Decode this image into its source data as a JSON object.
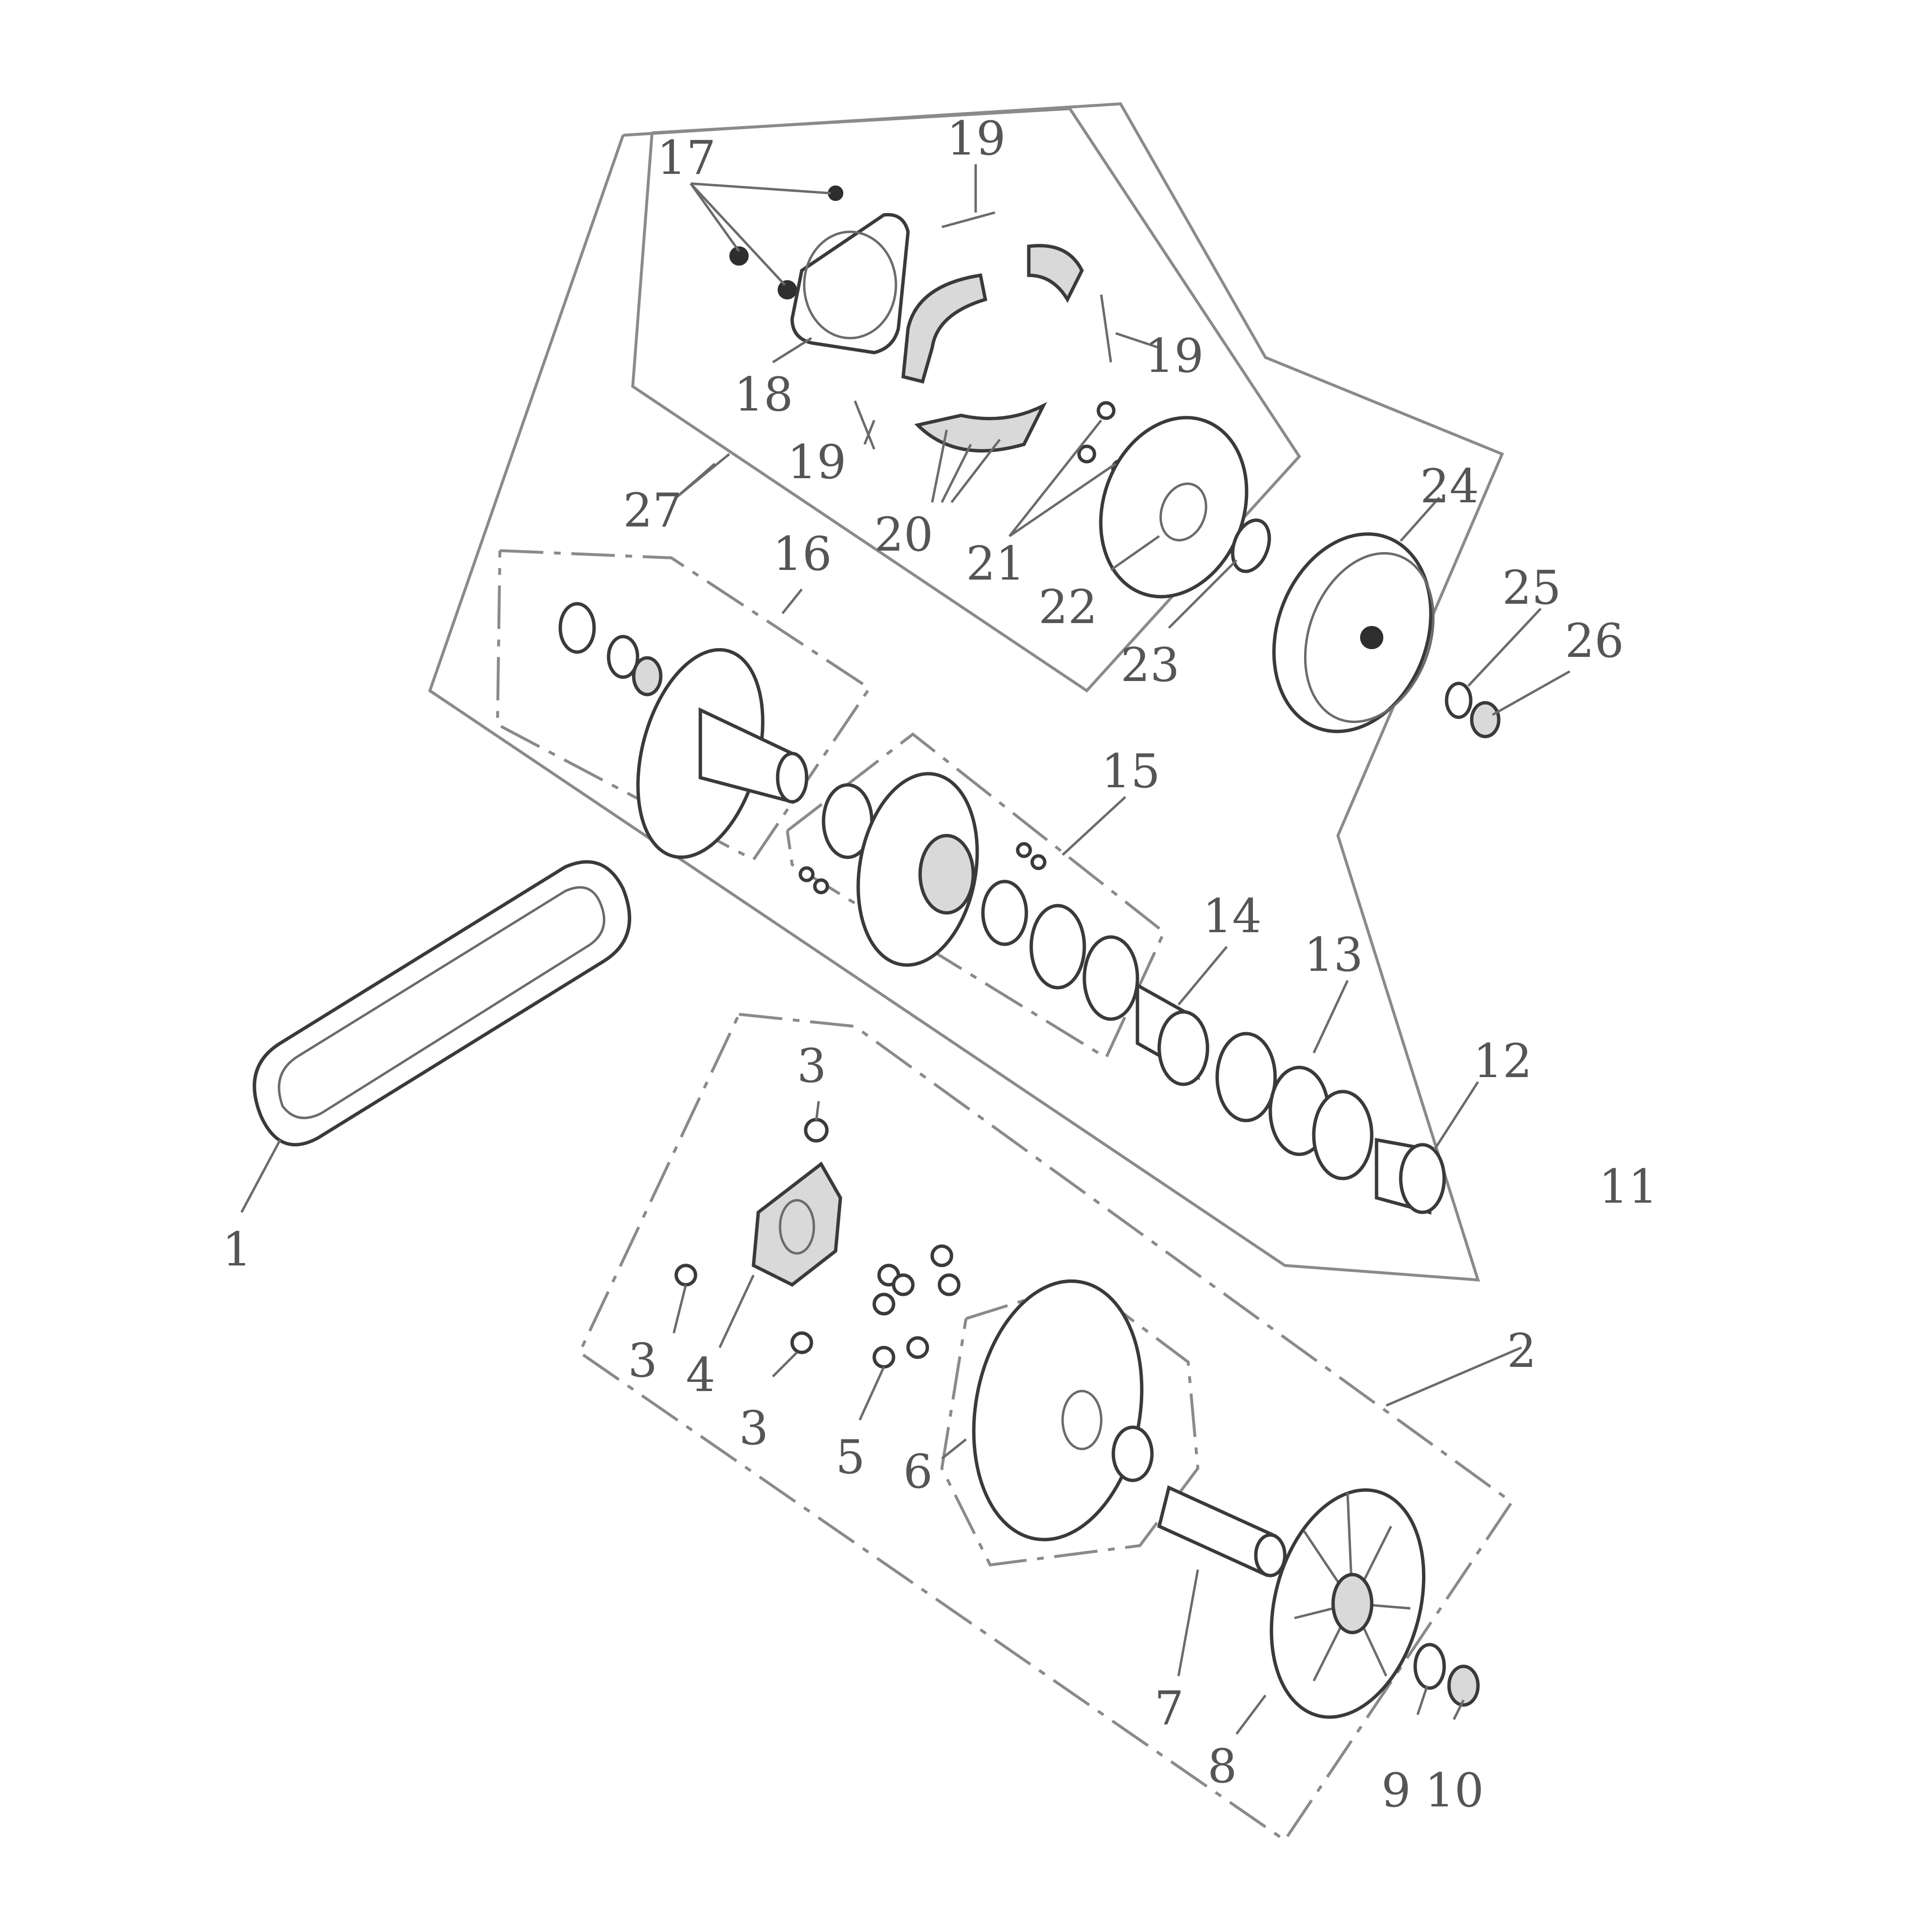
{
  "diagram": {
    "labels": [
      {
        "id": "l1",
        "text": "1"
      },
      {
        "id": "l2",
        "text": "2"
      },
      {
        "id": "l3a",
        "text": "3"
      },
      {
        "id": "l3b",
        "text": "3"
      },
      {
        "id": "l3c",
        "text": "3"
      },
      {
        "id": "l4",
        "text": "4"
      },
      {
        "id": "l5",
        "text": "5"
      },
      {
        "id": "l6",
        "text": "6"
      },
      {
        "id": "l7",
        "text": "7"
      },
      {
        "id": "l8",
        "text": "8"
      },
      {
        "id": "l9",
        "text": "9"
      },
      {
        "id": "l10",
        "text": "10"
      },
      {
        "id": "l11",
        "text": "11"
      },
      {
        "id": "l12",
        "text": "12"
      },
      {
        "id": "l13",
        "text": "13"
      },
      {
        "id": "l14",
        "text": "14"
      },
      {
        "id": "l15",
        "text": "15"
      },
      {
        "id": "l16",
        "text": "16"
      },
      {
        "id": "l17",
        "text": "17"
      },
      {
        "id": "l18",
        "text": "18"
      },
      {
        "id": "l19a",
        "text": "19"
      },
      {
        "id": "l19b",
        "text": "19"
      },
      {
        "id": "l19c",
        "text": "19"
      },
      {
        "id": "l20",
        "text": "20"
      },
      {
        "id": "l21",
        "text": "21"
      },
      {
        "id": "l22",
        "text": "22"
      },
      {
        "id": "l23",
        "text": "23"
      },
      {
        "id": "l24",
        "text": "24"
      },
      {
        "id": "l25",
        "text": "25"
      },
      {
        "id": "l26",
        "text": "26"
      },
      {
        "id": "l27",
        "text": "27"
      }
    ]
  }
}
